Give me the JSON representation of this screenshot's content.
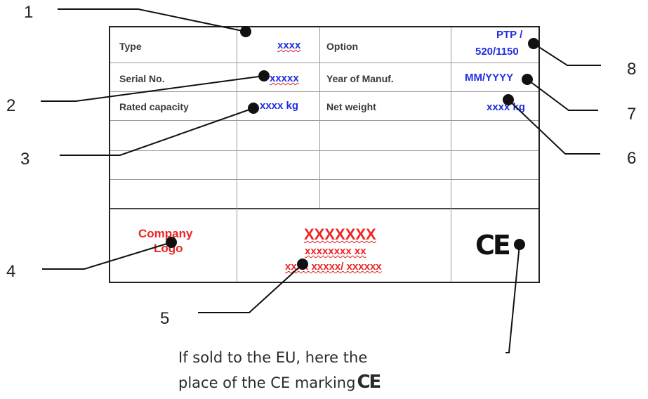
{
  "plate": {
    "rows": [
      {
        "label": "Type",
        "value": "xxxx",
        "label2": "Option",
        "value2_line1": "PTP /",
        "value2_line2": "520/1150"
      },
      {
        "label": "Serial No.",
        "value": "xxxxx",
        "label2": "Year of Manuf.",
        "value2": "MM/YYYY"
      },
      {
        "label": "Rated capacity",
        "value": "xxxx kg",
        "label2": "Net weight",
        "value2": "xxxx kg"
      }
    ],
    "company_logo_line1": "Company",
    "company_logo_line2": "Logo",
    "manufacturer_name": "XXXXXXX",
    "manufacturer_line2": "xxxxxxxx xx",
    "manufacturer_line3": "xxxx xxxxx/ xxxxxx",
    "ce_mark": "CE"
  },
  "callouts": [
    "1",
    "2",
    "3",
    "4",
    "5",
    "6",
    "7",
    "8"
  ],
  "caption": {
    "line1": "If sold to the EU,  here the",
    "line2": "place of the CE marking",
    "ce_symbol": "CE"
  }
}
